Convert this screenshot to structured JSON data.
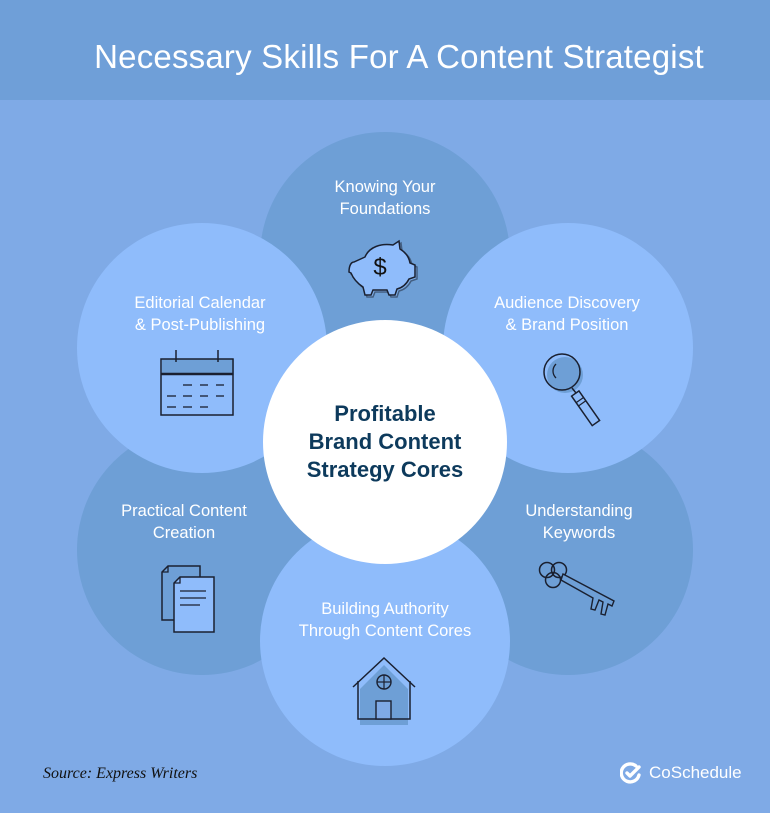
{
  "header": {
    "title": "Necessary Skills For A Content Strategist"
  },
  "center": {
    "title_lines": [
      "Profitable",
      "Brand Content",
      "Strategy Cores"
    ]
  },
  "skills": [
    {
      "position": "top",
      "lines": [
        "Knowing Your",
        "Foundations"
      ],
      "icon": "piggy-bank-icon",
      "tone": "dark"
    },
    {
      "position": "top-left",
      "lines": [
        "Editorial Calendar",
        "& Post-Publishing"
      ],
      "icon": "calendar-icon",
      "tone": "light"
    },
    {
      "position": "top-right",
      "lines": [
        "Audience Discovery",
        "& Brand Position"
      ],
      "icon": "magnifying-glass-icon",
      "tone": "light"
    },
    {
      "position": "bottom-left",
      "lines": [
        "Practical Content",
        "Creation"
      ],
      "icon": "documents-icon",
      "tone": "dark"
    },
    {
      "position": "bottom-right",
      "lines": [
        "Understanding",
        "Keywords"
      ],
      "icon": "key-icon",
      "tone": "dark"
    },
    {
      "position": "bottom",
      "lines": [
        "Building Authority",
        "Through Content Cores"
      ],
      "icon": "house-icon",
      "tone": "light"
    }
  ],
  "footer": {
    "source": "Source: Express Writers",
    "brand": "CoSchedule"
  },
  "colors": {
    "header_bg": "#6f9fd8",
    "background": "#7faae6",
    "light_circle": "#8fbcfb",
    "dark_circle": "#6e9fd6",
    "center_circle": "#ffffff",
    "center_text": "#0d3a5c"
  }
}
